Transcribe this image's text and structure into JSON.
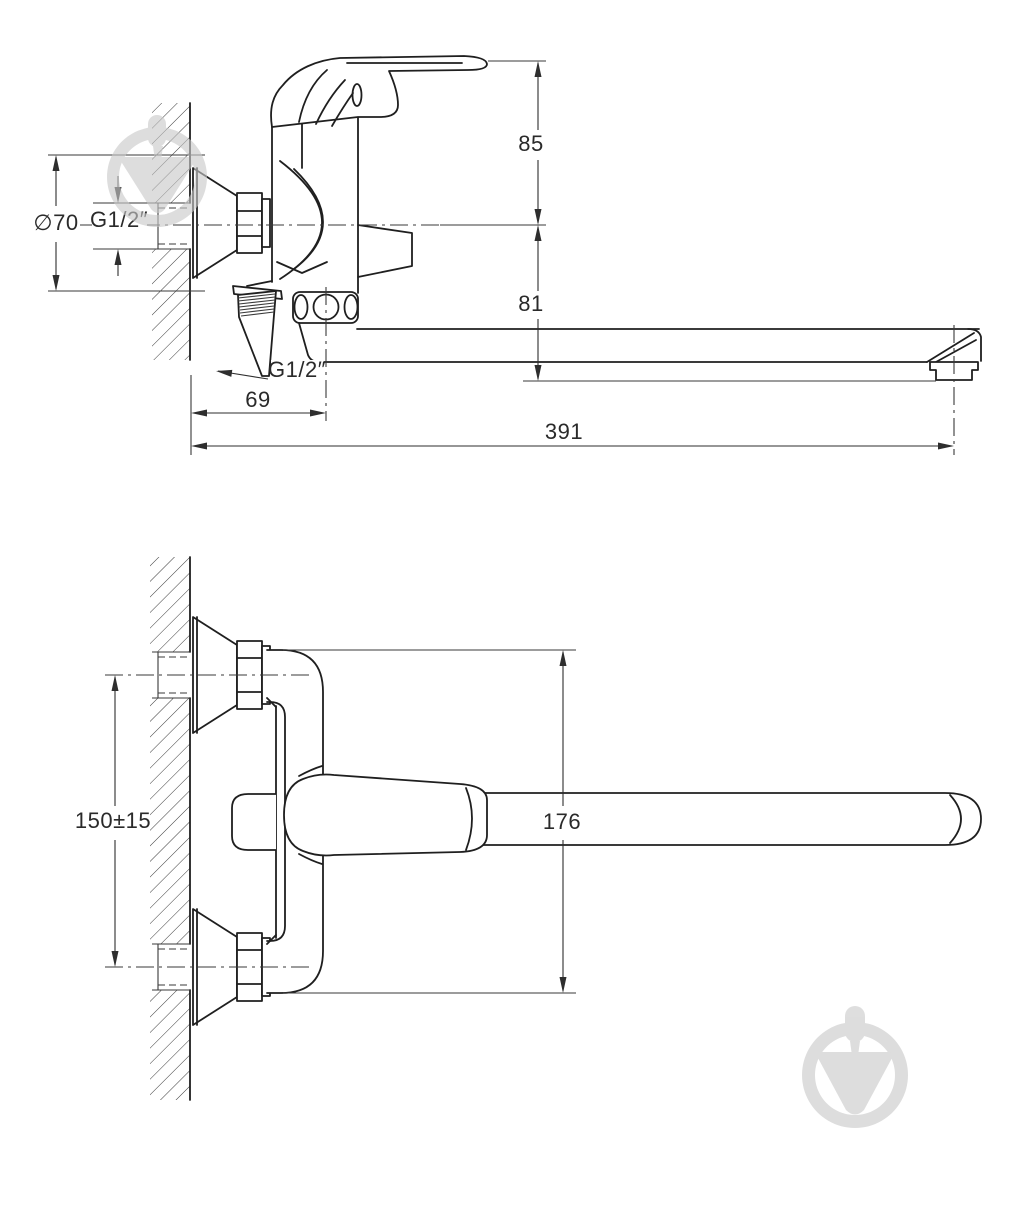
{
  "page": {
    "background": "#ffffff",
    "line_color": "#1f1f1f",
    "watermark_color": "#c9c9c9"
  },
  "views": {
    "side_view": {
      "dimension_labels": [
        "∅70",
        "G1/2″",
        "85",
        "81",
        "G1/2″",
        "69",
        "391"
      ]
    },
    "plan_view": {
      "dimension_labels": [
        "150±15",
        "176"
      ]
    }
  },
  "labels": {
    "dia70": "∅70",
    "g12_inlet": "G1/2″",
    "dim85": "85",
    "dim81": "81",
    "g12_shower": "G1/2″",
    "dim69": "69",
    "dim391": "391",
    "dim150": "150±15",
    "dim176": "176"
  },
  "watermark": {
    "icon": "trowel-in-circle-logo",
    "count": 2
  }
}
